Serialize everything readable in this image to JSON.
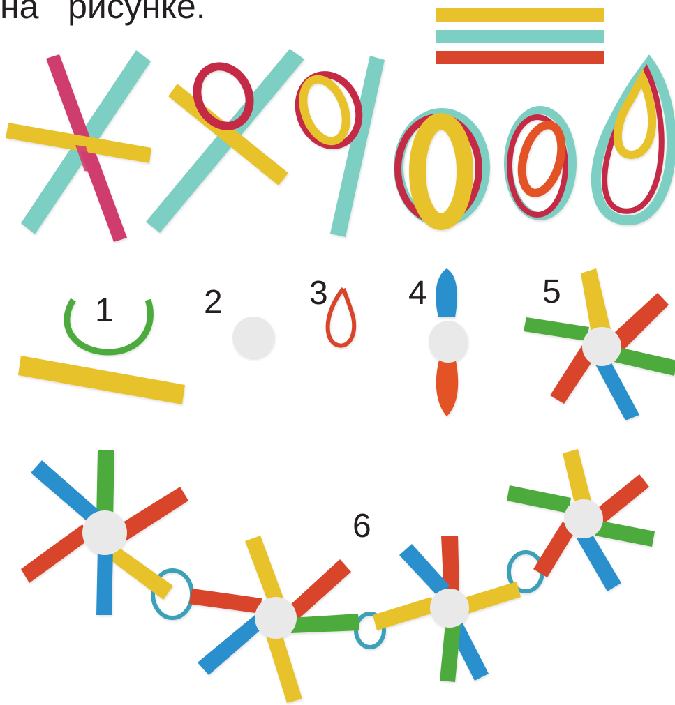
{
  "caption": "на   рисунке.",
  "colors": {
    "yellow": "#e8c22c",
    "teal": "#7ccfc2",
    "red": "#d8452c",
    "magenta": "#cf3e6e",
    "crimson": "#c42b45",
    "green": "#4eab3d",
    "blue": "#2a8fcd",
    "orange": "#e35226",
    "disc": "#e9e9ea"
  },
  "steps": [
    {
      "number": "1",
      "icons": [
        "green-strip-arc",
        "yellow-paper-strip"
      ]
    },
    {
      "number": "2",
      "icons": [
        "white-paper-circle"
      ]
    },
    {
      "number": "3",
      "icons": [
        "red-strip-loop"
      ]
    },
    {
      "number": "4",
      "icons": [
        "two-petal-piece"
      ]
    },
    {
      "number": "5",
      "icons": [
        "six-petal-flower"
      ]
    },
    {
      "number": "6",
      "icons": [
        "flower-garland"
      ]
    }
  ]
}
